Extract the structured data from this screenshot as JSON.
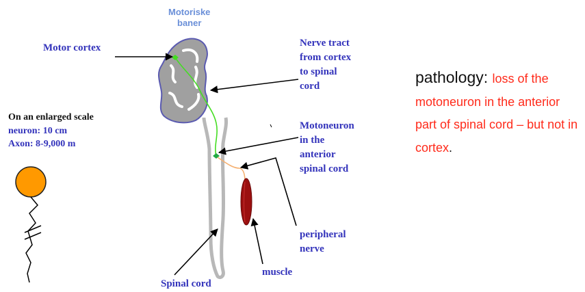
{
  "colors": {
    "label_blue": "#3333bb",
    "header_blue": "#6a8fd8",
    "pathology_red": "#ff2a1a",
    "text_black": "#111111",
    "cortex_grey": "#9a9a9a",
    "cortex_outline": "#5a5ab0",
    "spinal_grey": "#b8b8b8",
    "nerve_tract_green": "#44dd22",
    "peripheral_nerve_orange": "#f5b070",
    "neuron_orange": "#ff9900",
    "muscle_red": "#9b1010"
  },
  "header": {
    "line1": "Motoriske",
    "line2": "baner"
  },
  "scale_note": {
    "title": "On an enlarged scale",
    "neuron": "neuron: 10 cm",
    "axon": "Axon: 8-9,000 m"
  },
  "labels": {
    "motor_cortex": "Motor cortex",
    "nerve_tract": [
      "Nerve tract",
      "from cortex",
      "to spinal",
      "cord"
    ],
    "motoneuron": [
      "Motoneuron",
      "in the",
      "anterior",
      "spinal cord"
    ],
    "peripheral_nerve": [
      "peripheral",
      "nerve"
    ],
    "muscle": "muscle",
    "spinal_cord": "Spinal cord"
  },
  "pathology": {
    "prefix": "pathology: ",
    "text": "loss of the motoneuron in the anterior part of spinal cord – but not in cortex",
    "suffix": "."
  }
}
